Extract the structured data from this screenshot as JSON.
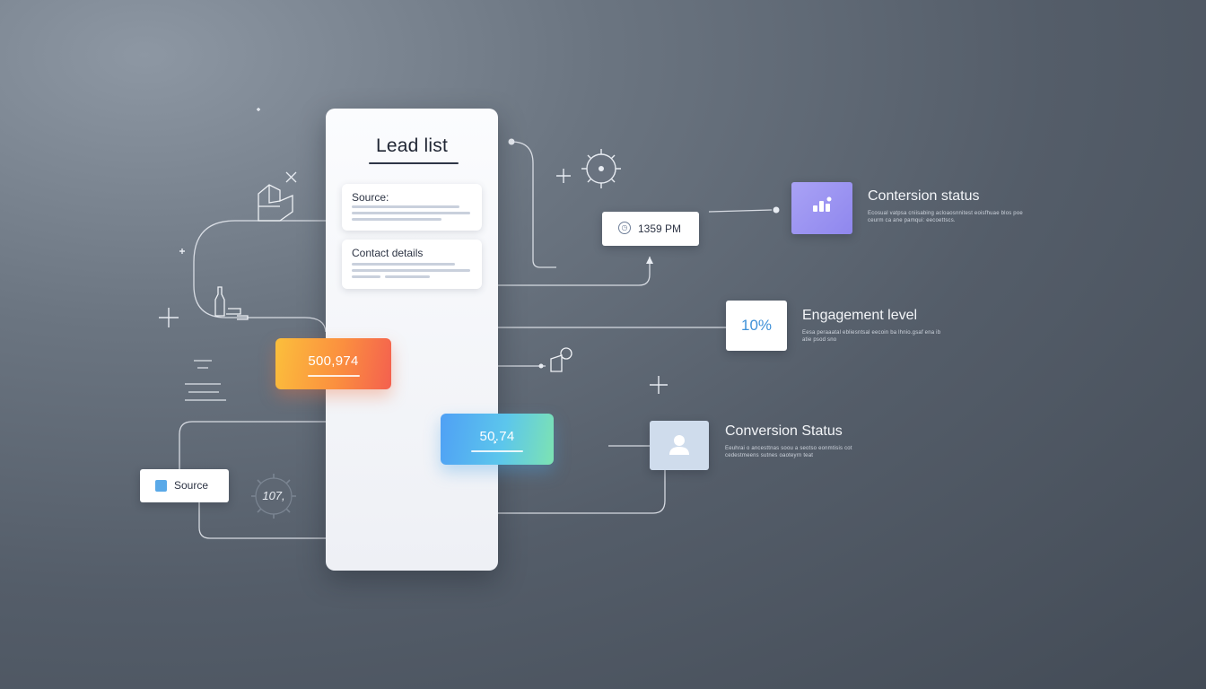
{
  "lead_list": {
    "title": "Lead list",
    "fields": [
      {
        "label": "Source:"
      },
      {
        "label": "Contact details"
      }
    ]
  },
  "values": {
    "orange": "500,974",
    "blue": "50̧̧.74",
    "time": "1359 PM",
    "percent": "10%",
    "gear_badge": "107,"
  },
  "source_card": {
    "label": "Source"
  },
  "info_blocks": [
    {
      "heading": "Contersion status",
      "desc": "Ecosual vatpsa cniisabing acloaosnnitest eoisfhuae blos poe ceurm ca ane pamqui: eecoettscs."
    },
    {
      "heading": "Engagement level",
      "desc": "Eesa peraaatal ebliesntsal eecoin ba lhnio.gsaf ena ib atie psod sno"
    },
    {
      "heading": "Conversion Status",
      "desc": "Eeuhrai o ancesttnas soou a seotso eonmtisis cot cedestmeens sutnes oaoteyrn teat"
    }
  ],
  "colors": {
    "orange_start": "#fbbf3c",
    "orange_end": "#f4604f",
    "blue_start": "#4fa0f5",
    "blue_end": "#7de3b2",
    "purple": "#9a92f1",
    "accent_blue": "#3f91d8"
  }
}
